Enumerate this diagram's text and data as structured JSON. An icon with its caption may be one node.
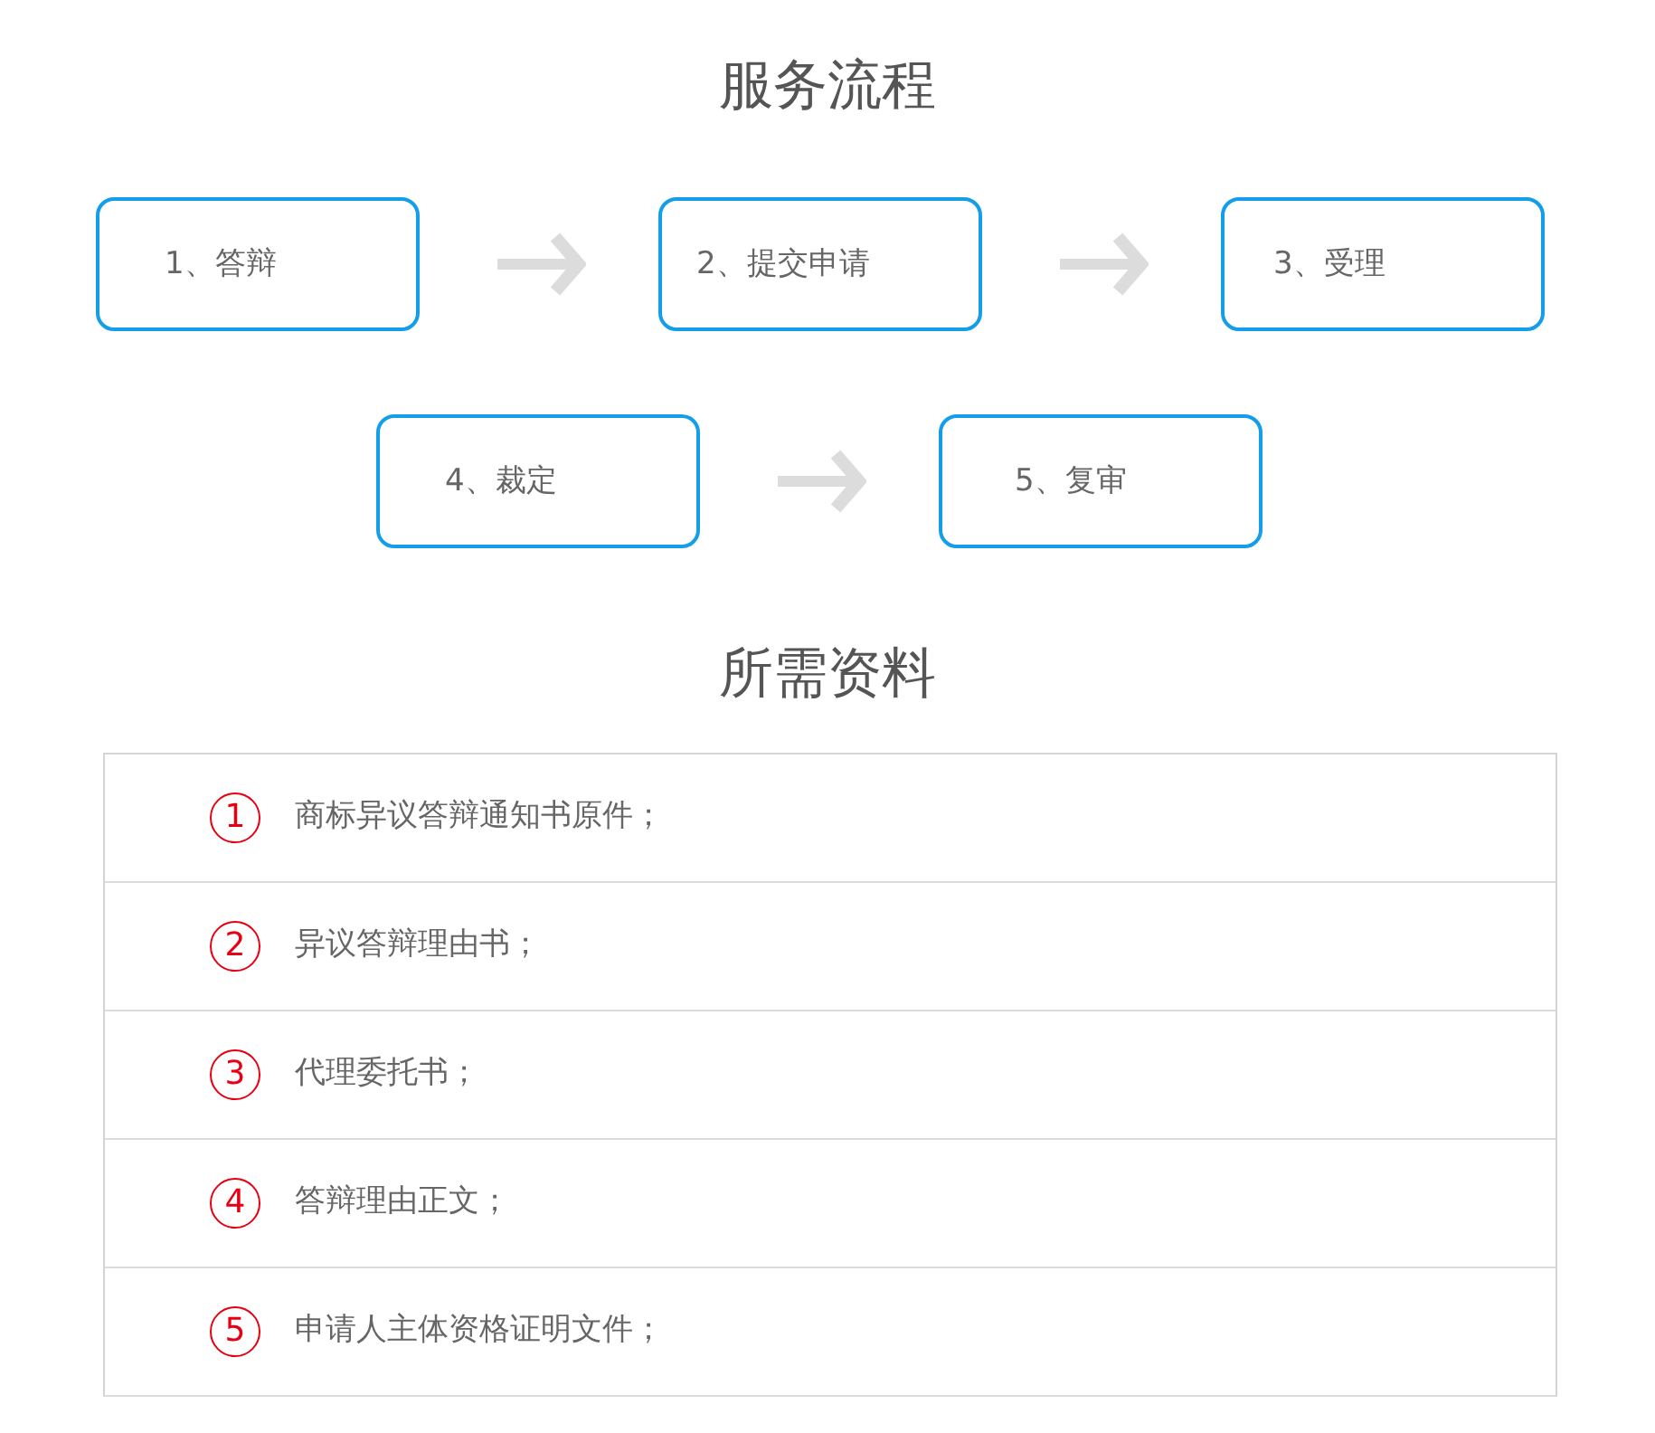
{
  "diagram": {
    "title": "服务流程",
    "nodes": [
      {
        "text": [
          "1、答辩"
        ]
      },
      {
        "text": [
          "2、提交申请"
        ]
      },
      {
        "text": [
          "3、受理"
        ]
      },
      {
        "text": [
          "4、裁定"
        ]
      },
      {
        "text": [
          "5、复审"
        ]
      }
    ],
    "edges": [
      {
        "from": 0,
        "to": 1,
        "arrow": "to"
      },
      {
        "from": 1,
        "to": 2,
        "arrow": "to"
      },
      {
        "from": 3,
        "to": 4,
        "arrow": "to"
      }
    ],
    "labels": [
      "所需资料",
      "1",
      "商标异议答辩通知书原件；",
      "2",
      "异议答辩理由书；",
      "3",
      "代理委托书；",
      "4",
      "答辩理由正文；",
      "5",
      "申请人主体资格证明文件；"
    ]
  }
}
